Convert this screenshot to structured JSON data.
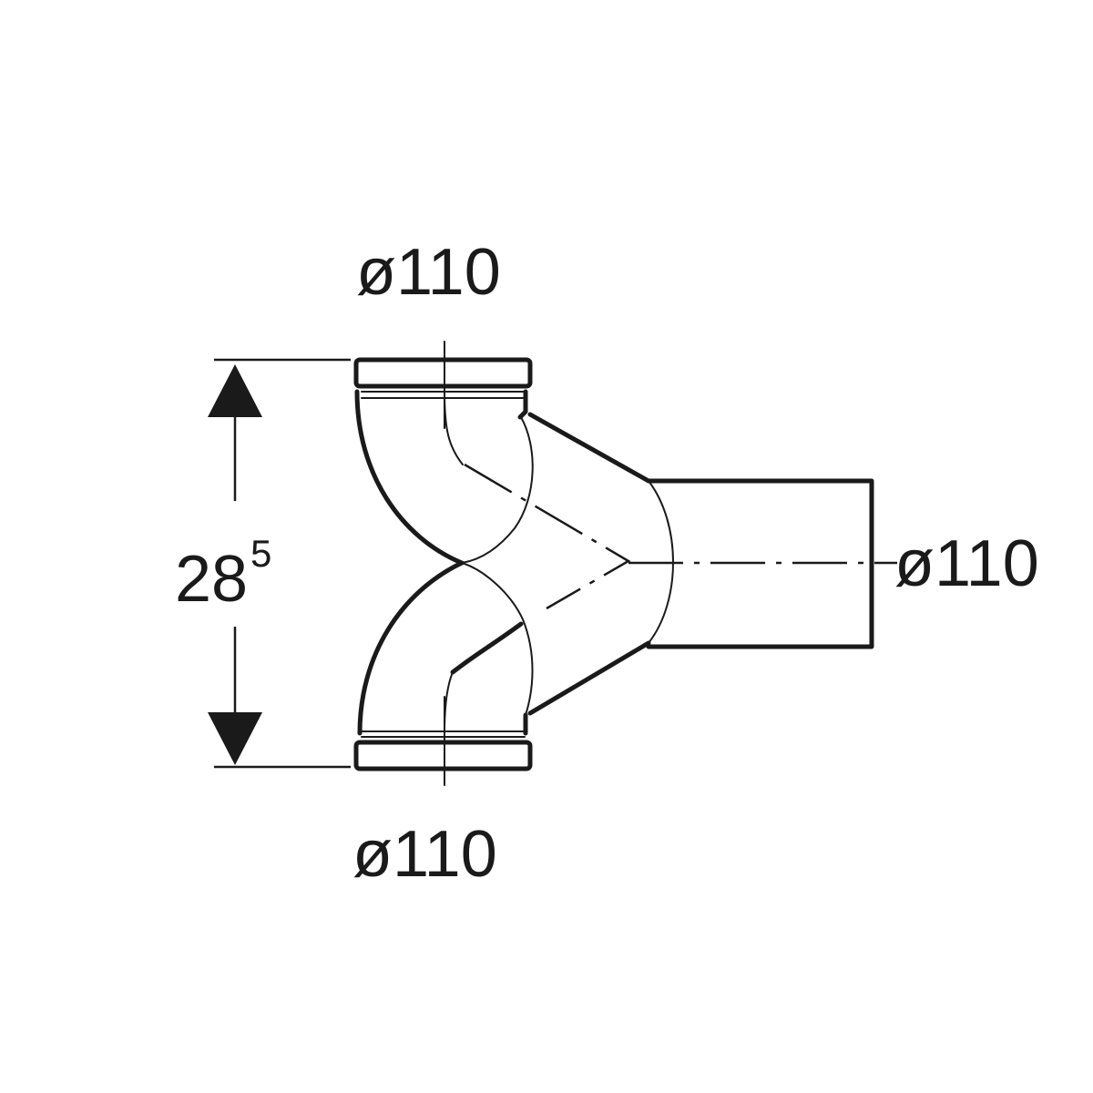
{
  "labels": {
    "top_diameter": "ø110",
    "bottom_diameter": "ø110",
    "side_diameter": "ø110",
    "height_main": "28",
    "height_sup": "5"
  }
}
